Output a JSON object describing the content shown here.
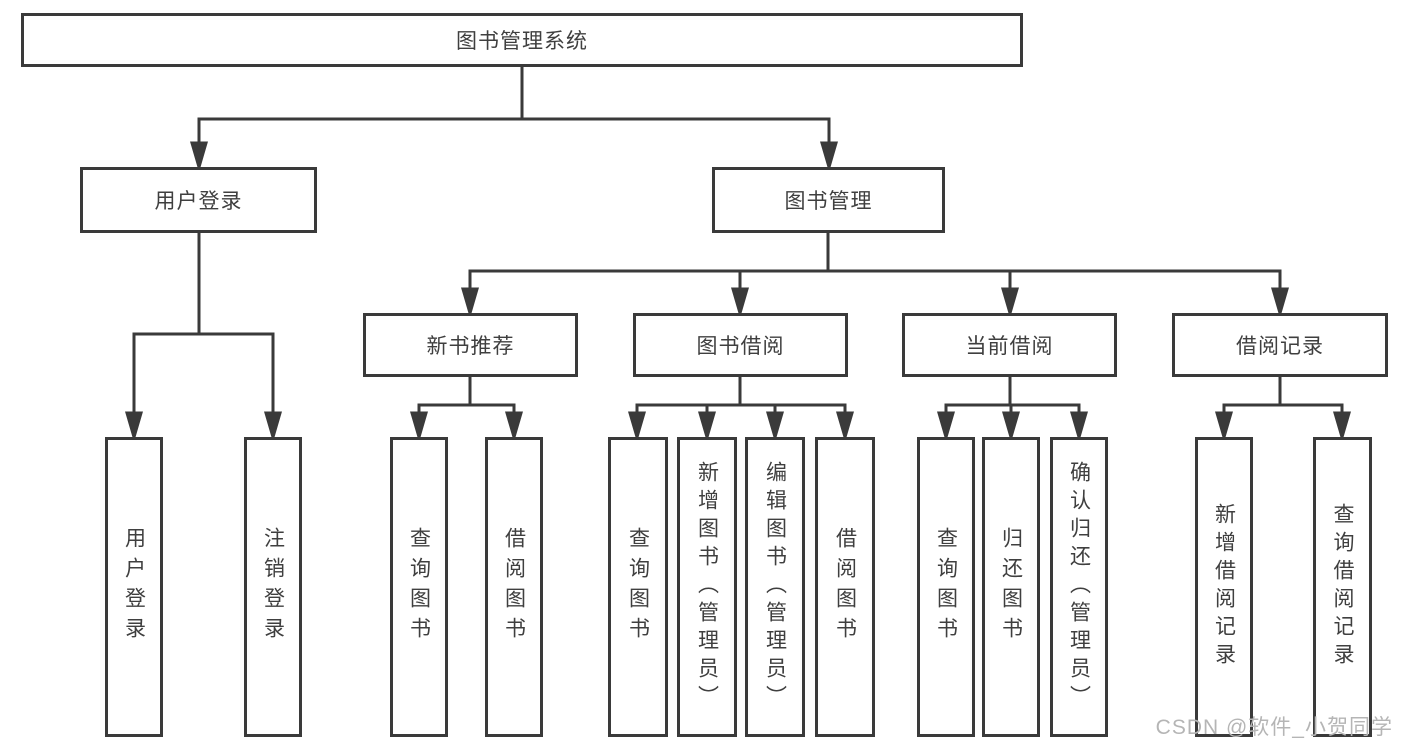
{
  "diagram": {
    "root": {
      "label": "图书管理系统"
    },
    "level2": [
      {
        "label": "用户登录"
      },
      {
        "label": "图书管理"
      }
    ],
    "level3": [
      {
        "label": "新书推荐",
        "parent": "图书管理"
      },
      {
        "label": "图书借阅",
        "parent": "图书管理"
      },
      {
        "label": "当前借阅",
        "parent": "图书管理"
      },
      {
        "label": "借阅记录",
        "parent": "图书管理"
      }
    ],
    "leaves": [
      {
        "label": "用户登录",
        "parent": "用户登录"
      },
      {
        "label": "注销登录",
        "parent": "用户登录"
      },
      {
        "label": "查询图书",
        "parent": "新书推荐"
      },
      {
        "label": "借阅图书",
        "parent": "新书推荐"
      },
      {
        "label": "查询图书",
        "parent": "图书借阅"
      },
      {
        "label": "新增图书（管理员）",
        "parent": "图书借阅"
      },
      {
        "label": "编辑图书（管理员）",
        "parent": "图书借阅"
      },
      {
        "label": "借阅图书",
        "parent": "图书借阅"
      },
      {
        "label": "查询图书",
        "parent": "当前借阅"
      },
      {
        "label": "归还图书",
        "parent": "当前借阅"
      },
      {
        "label": "确认归还（管理员）",
        "parent": "当前借阅"
      },
      {
        "label": "新增借阅记录",
        "parent": "借阅记录"
      },
      {
        "label": "查询借阅记录",
        "parent": "借阅记录"
      }
    ]
  },
  "watermark": {
    "text": "CSDN @软件_小贺同学"
  },
  "colors": {
    "line": "#3a3a3a",
    "text": "#3f3f3f",
    "watermark": "#b5b5b5",
    "background": "#ffffff"
  }
}
